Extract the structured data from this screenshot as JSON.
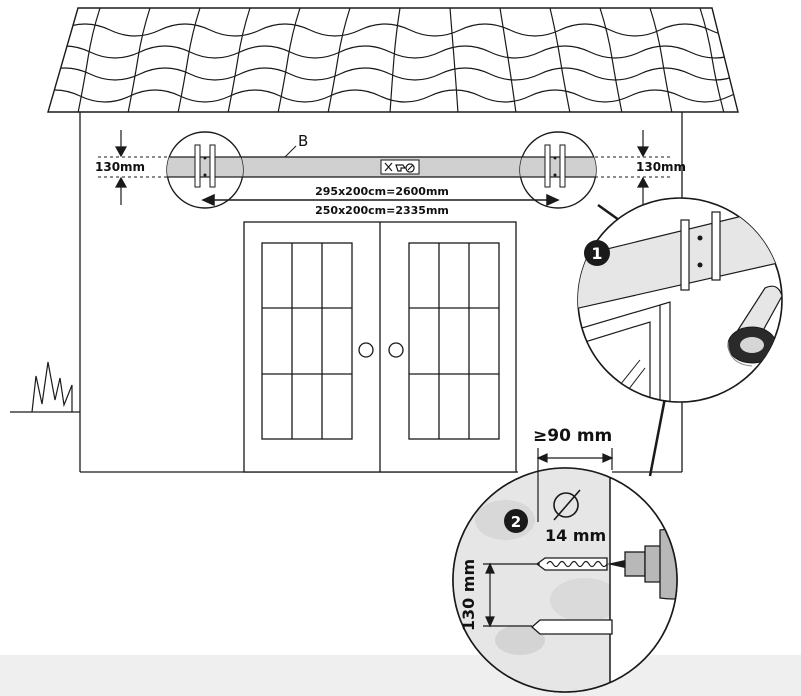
{
  "labels": {
    "rail_letter": "B",
    "height_left": "130mm",
    "height_right": "130mm",
    "size_1": "295x200cm=2600mm",
    "size_2": "250x200cm=2335mm",
    "step_1": "1",
    "step_2": "2",
    "min_depth": "≥90 mm",
    "diameter": "14 mm",
    "hole_spacing": "130 mm"
  },
  "colors": {
    "line": "#1a1a1a",
    "rail_fill": "#d0d0d0",
    "wall_grey": "#e6e6e6",
    "panel_bg": "#efefef",
    "drill_grey": "#b8b8b8"
  },
  "icons": [
    "no-power-tool-icon",
    "tape-roll-icon",
    "drill-icon",
    "wall-plug-icon",
    "diameter-icon"
  ]
}
